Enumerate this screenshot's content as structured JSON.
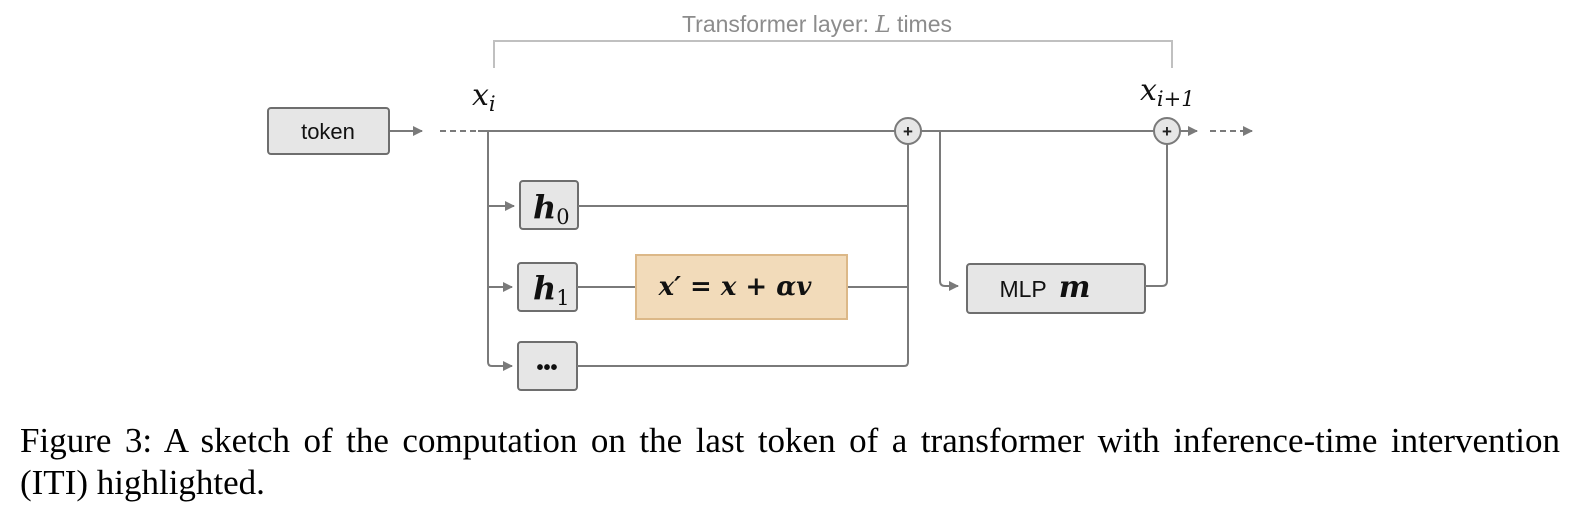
{
  "diagram": {
    "bracket_label_prefix": "Transformer layer: ",
    "bracket_label_var": "L",
    "bracket_label_suffix": " times",
    "token_label": "token",
    "x_in": {
      "base": "x",
      "sub": "i"
    },
    "x_out": {
      "base": "x",
      "sub": "i+1"
    },
    "heads": [
      {
        "base": "h",
        "sub": "0"
      },
      {
        "base": "h",
        "sub": "1"
      },
      {
        "base": "•••",
        "sub": ""
      }
    ],
    "intervention_formula": "x′ = x + αv",
    "mlp_label": "MLP",
    "mlp_var": "m",
    "add_symbol": "+",
    "colors": {
      "line": "#7a7a7a",
      "box_fill": "#e6e6e6",
      "box_stroke": "#6e6e6e",
      "bracket": "#c0c0c0",
      "bracket_text": "#8c8c8c",
      "intervention_fill": "#f2dbba",
      "intervention_stroke": "#dcb888"
    }
  },
  "caption": "Figure 3:  A sketch of the computation on the last token of a transformer with inference-time intervention (ITI) highlighted."
}
